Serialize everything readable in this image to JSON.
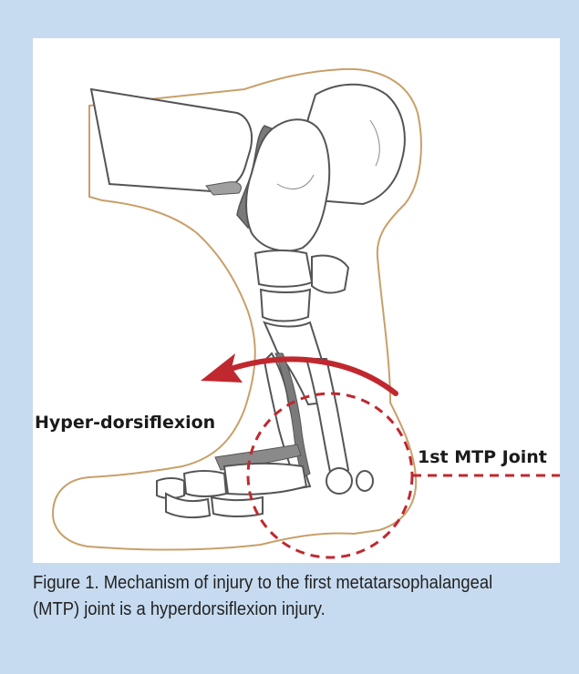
{
  "labels": {
    "motion": "Hyper-dorsiflexion",
    "joint": "1st MTP Joint"
  },
  "caption": "Figure 1.  Mechanism of injury to the first metatarsophalangeal (MTP) joint is a hyperdorsiflexion injury.",
  "colors": {
    "background": "#c7dbf0",
    "panel": "#ffffff",
    "skin_outline": "#c8a06a",
    "bone_outline": "#555555",
    "cartilage": "#7a7a7a",
    "arrow": "#c0282f"
  }
}
